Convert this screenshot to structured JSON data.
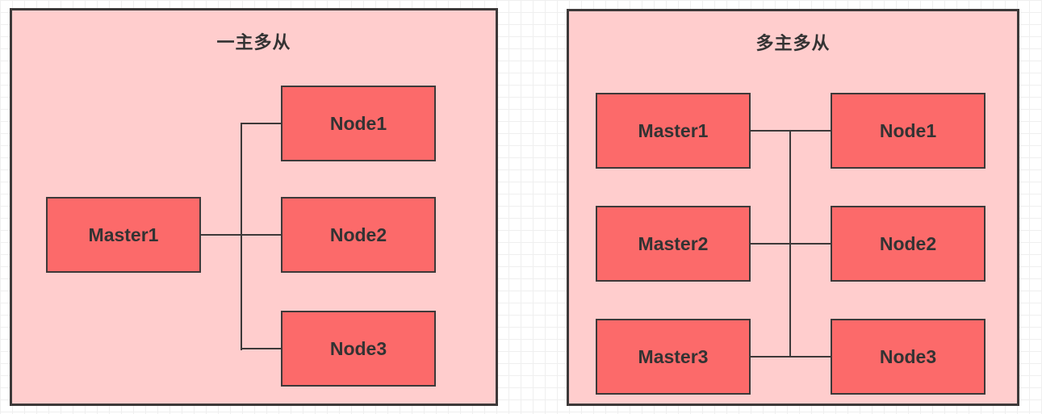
{
  "diagram": {
    "colors": {
      "node_fill": "#fc6a6a",
      "panel_fill": "#ffcdcd",
      "stroke": "#3d3939",
      "text": "#333333"
    },
    "panels": [
      {
        "title": "一主多从",
        "nodes": [
          {
            "label": "Master1"
          },
          {
            "label": "Node1"
          },
          {
            "label": "Node2"
          },
          {
            "label": "Node3"
          }
        ],
        "edges": [
          {
            "from": "Master1",
            "to": "Node1"
          },
          {
            "from": "Master1",
            "to": "Node2"
          },
          {
            "from": "Master1",
            "to": "Node3"
          }
        ]
      },
      {
        "title": "多主多从",
        "nodes": [
          {
            "label": "Master1"
          },
          {
            "label": "Node1"
          },
          {
            "label": "Master2"
          },
          {
            "label": "Node2"
          },
          {
            "label": "Master3"
          },
          {
            "label": "Node3"
          }
        ],
        "edges": [
          {
            "from": "Master1",
            "to": "bus"
          },
          {
            "from": "Master2",
            "to": "bus"
          },
          {
            "from": "Master3",
            "to": "bus"
          },
          {
            "from": "bus",
            "to": "Node1"
          },
          {
            "from": "bus",
            "to": "Node2"
          },
          {
            "from": "bus",
            "to": "Node3"
          }
        ]
      }
    ]
  }
}
